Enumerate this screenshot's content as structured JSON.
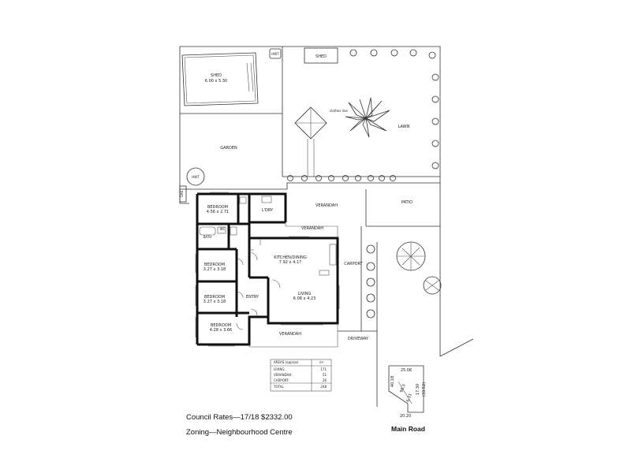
{
  "site": {
    "shed_main": "SHED",
    "shed_main_dims": "6.00 x 5.30",
    "shed_small": "SHED",
    "garden": "GARDEN",
    "lawn": "LAWN",
    "clothes_line": "clothes line",
    "patio": "PATIO",
    "verandah_rear": "VERANDAH",
    "verandah_mid": "VERANDAH",
    "verandah_front": "VERANDAH",
    "carport": "CARPORT",
    "driveway": "DRIVEWAY",
    "hwt_top": "HWT",
    "hwt_side": "HWT",
    "gas": "GAS"
  },
  "rooms": {
    "bedroom1": {
      "name": "BEDROOM",
      "dims": "4.56 x 2.71"
    },
    "laundry": {
      "name": "L'DRY"
    },
    "bath": {
      "name": "BATH"
    },
    "wc": {
      "name": "WC"
    },
    "kitchen": {
      "name": "KITCHEN/DINING",
      "dims": "7.92 x 4.17"
    },
    "bedroom2": {
      "name": "BEDROOM",
      "dims": "3.27 x 3.18"
    },
    "bedroom3": {
      "name": "BEDROOM",
      "dims": "3.27 x 3.18"
    },
    "entry": {
      "name": "ENTRY"
    },
    "living": {
      "name": "LIVING",
      "dims": "6.08 x 4.23"
    },
    "bedroom4": {
      "name": "BEDROOM",
      "dims": "4.28 x 3.66"
    }
  },
  "areas_table": {
    "header_label": "AREAS (approx)",
    "header_unit": "m²",
    "rows": [
      {
        "label": "LIVING:",
        "value": "171"
      },
      {
        "label": "VERANDAH:",
        "value": "51"
      },
      {
        "label": "CARPORT:",
        "value": "26"
      },
      {
        "label": "TOTAL",
        "value": "248"
      }
    ]
  },
  "site_plan": {
    "top": "25.06",
    "left": "40.18",
    "diag1": "96.5",
    "diag2": "6.31",
    "right1": "17.30",
    "right2": "(33.52)",
    "bottom": "20.20",
    "road": "Main Road"
  },
  "captions": {
    "council_rates": "Council Rates—17/18   $2332.00",
    "zoning": "Zoning—Neighbourhood Centre"
  }
}
